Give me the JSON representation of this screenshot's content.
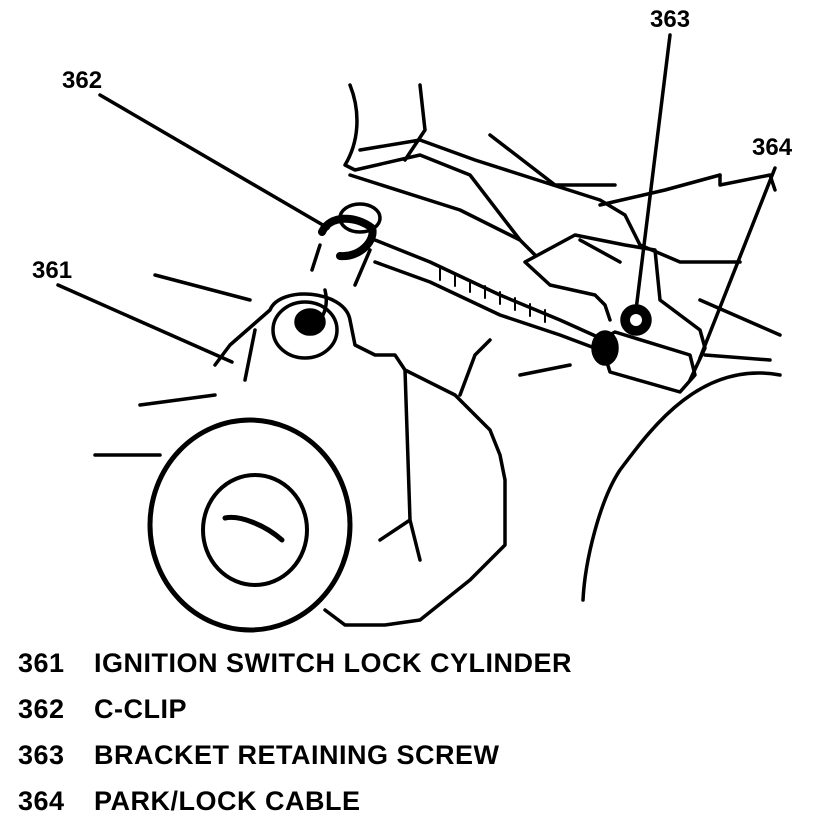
{
  "callouts": {
    "c361": "361",
    "c362": "362",
    "c363": "363",
    "c364": "364"
  },
  "legend": [
    {
      "number": "361",
      "text": "IGNITION SWITCH LOCK CYLINDER"
    },
    {
      "number": "362",
      "text": "C-CLIP"
    },
    {
      "number": "363",
      "text": "BRACKET RETAINING SCREW"
    },
    {
      "number": "364",
      "text": "PARK/LOCK CABLE"
    }
  ]
}
